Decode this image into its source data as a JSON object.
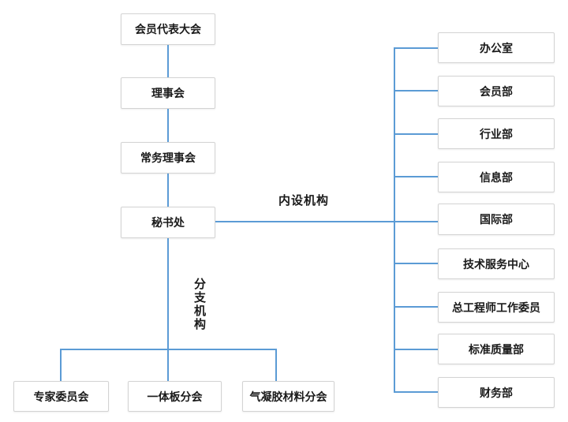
{
  "org_chart": {
    "type": "org-chart",
    "hierarchy_chain": [
      "会员代表大会",
      "理事会",
      "常务理事会",
      "秘书处"
    ],
    "group_labels": {
      "internal": "内设机构",
      "branch": "分支机构"
    },
    "internal_departments": [
      "办公室",
      "会员部",
      "行业部",
      "信息部",
      "国际部",
      "技术服务中心",
      "总工程师工作委员",
      "标准质量部",
      "财务部"
    ],
    "branches": [
      "专家委员会",
      "一体板分会",
      "气凝胶材料分会"
    ],
    "colors": {
      "connector_blue": "#5b9bd5",
      "node_border": "#d3d3d3",
      "node_background": "#ffffff",
      "text": "#1a1a1a"
    }
  }
}
